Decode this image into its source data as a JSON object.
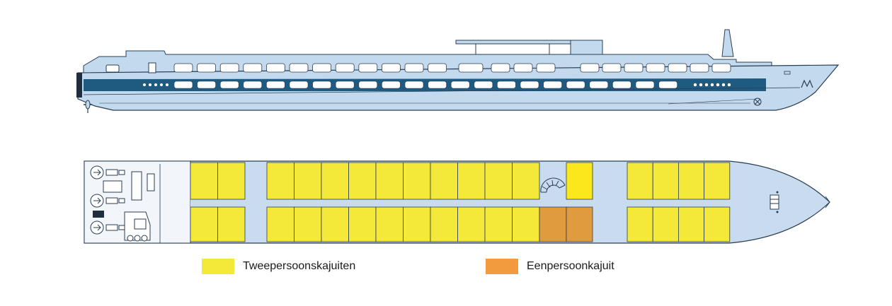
{
  "colors": {
    "hull_light": "#c3d9ee",
    "hull_dark": "#1f5a80",
    "outline": "#2a3e52",
    "deck_fill": "#c9dcef",
    "double_cabin": "#f4e838",
    "single_cabin": "#f19b3e",
    "single_cabin_plan": "#e19b3f",
    "bright_cabin": "#fbe71b"
  },
  "legend": [
    {
      "label": "Tweepersoonskajuiten",
      "color": "#f4e838"
    },
    {
      "label": "Eenpersoonkajuit",
      "color": "#f19b3e"
    }
  ],
  "deck_plan": {
    "cabins_per_row": {
      "aft_block": 2,
      "middle_block": 10,
      "fore_block": 4
    },
    "single_cabins": 2,
    "icons": [
      "propeller-icon",
      "staircase-icon",
      "anchor-winch-icon"
    ]
  }
}
